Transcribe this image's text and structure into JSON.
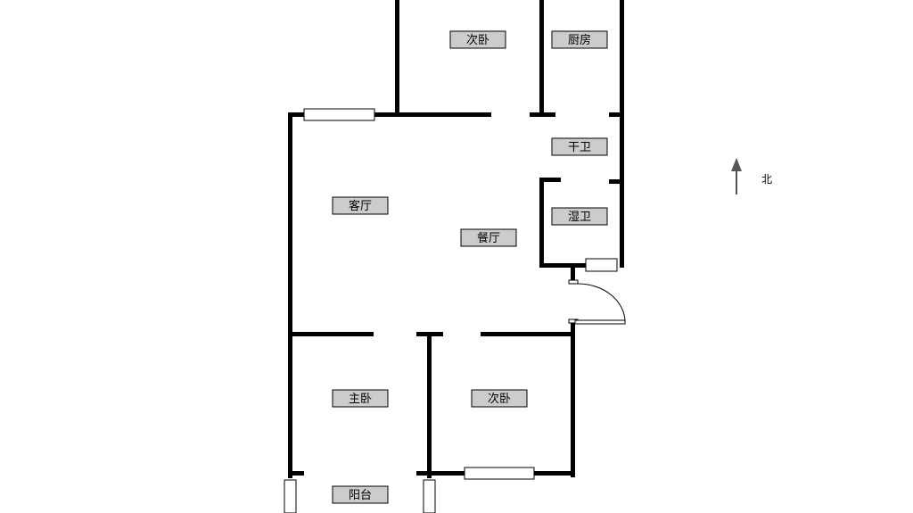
{
  "rooms": {
    "bedroom_north": "次卧",
    "kitchen": "厨房",
    "dry_bath": "干卫",
    "wet_bath": "湿卫",
    "living_room": "客厅",
    "dining_room": "餐厅",
    "master_bedroom": "主卧",
    "bedroom_south": "次卧",
    "balcony": "阳台"
  },
  "compass": {
    "label": "北",
    "direction": "north"
  },
  "colors": {
    "wall": "#000000",
    "label_fill": "#cccccc",
    "arrow": "#555555",
    "background": "#ffffff"
  }
}
